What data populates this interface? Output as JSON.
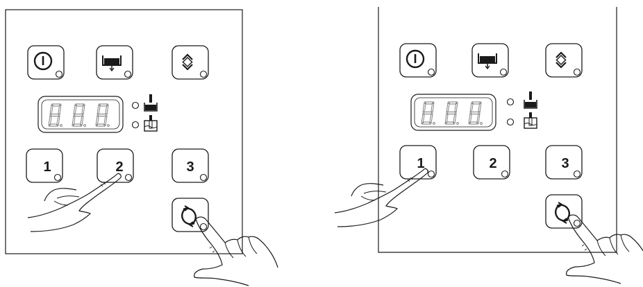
{
  "panels": [
    {
      "keys": {
        "one": "1",
        "two": "2",
        "three": "3"
      },
      "pressed": [
        "2",
        "cycle"
      ]
    },
    {
      "keys": {
        "one": "1",
        "two": "2",
        "three": "3"
      },
      "pressed": [
        "1",
        "cycle"
      ]
    }
  ],
  "icons": {
    "power": "power-icon",
    "drain": "drain-icon",
    "updown": "up-down-chevron-icon",
    "cycle": "cycle-arrows-icon",
    "level_high": "water-level-high-icon",
    "level_low": "water-level-low-icon"
  },
  "display": {
    "value": "8.8.8."
  },
  "colors": {
    "line": "#1a1a1a",
    "segment": "#c8c8c8"
  }
}
